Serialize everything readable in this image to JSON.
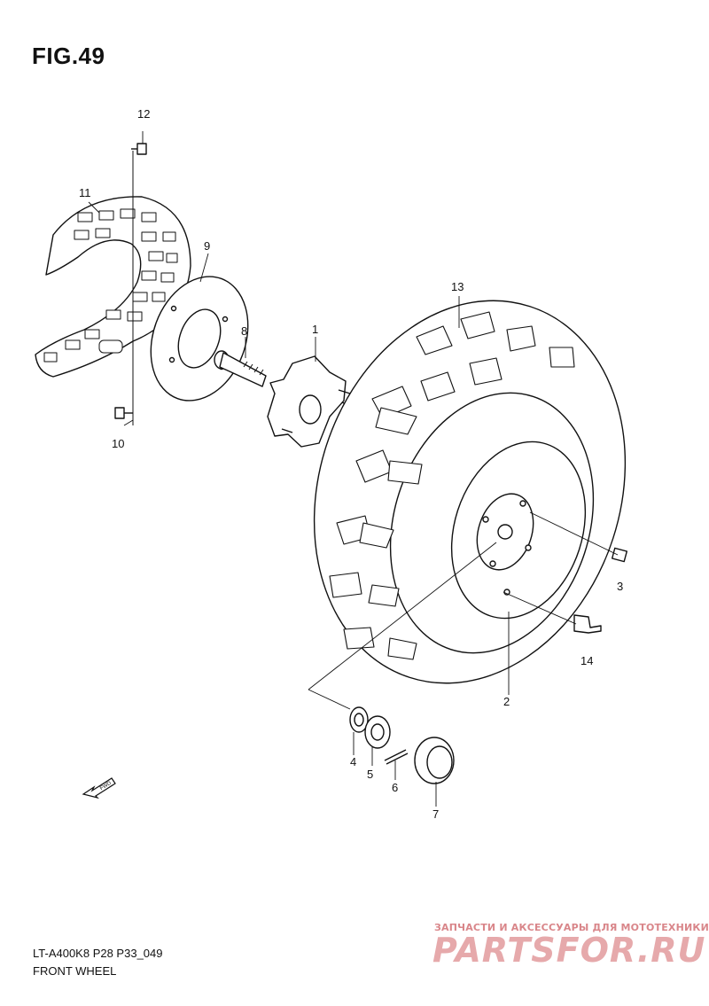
{
  "figure": {
    "title": "FIG.49",
    "model_code": "LT-A400K8 P28 P33_049",
    "caption": "FRONT WHEEL"
  },
  "callouts": [
    {
      "id": "c1",
      "label": "1"
    },
    {
      "id": "c2",
      "label": "2"
    },
    {
      "id": "c3",
      "label": "3"
    },
    {
      "id": "c4",
      "label": "4"
    },
    {
      "id": "c5",
      "label": "5"
    },
    {
      "id": "c6",
      "label": "6"
    },
    {
      "id": "c7",
      "label": "7"
    },
    {
      "id": "c8",
      "label": "8"
    },
    {
      "id": "c9",
      "label": "9"
    },
    {
      "id": "c10",
      "label": "10"
    },
    {
      "id": "c11",
      "label": "11"
    },
    {
      "id": "c12",
      "label": "12"
    },
    {
      "id": "c13",
      "label": "13"
    },
    {
      "id": "c14",
      "label": "14"
    }
  ],
  "direction_marker": {
    "label": "FWD",
    "icon": "forward-arrow-icon"
  },
  "watermark": {
    "tagline": "ЗАПЧАСТИ И АКСЕССУАРЫ ДЛЯ МОТОТЕХНИКИ",
    "logo": "PARTSFOR.RU",
    "color": "#e6a9ab"
  }
}
